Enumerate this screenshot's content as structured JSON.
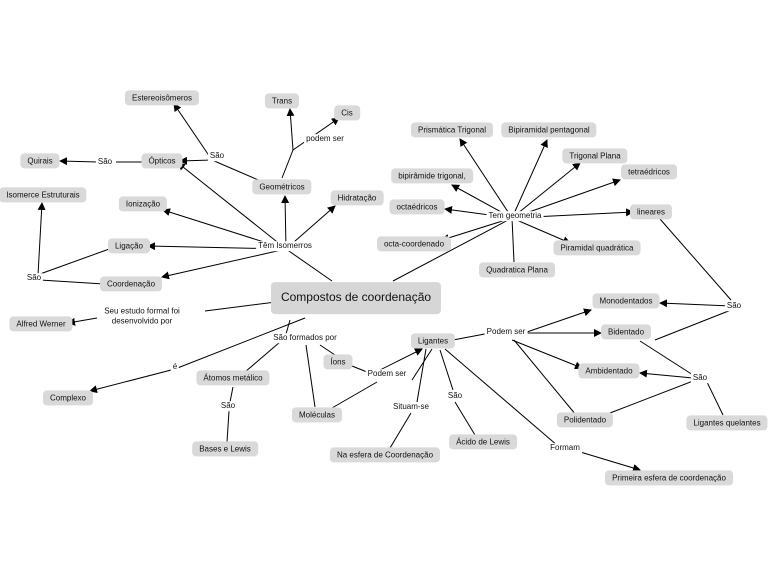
{
  "diagram": {
    "main": "Compostos de coordenação",
    "nodes": {
      "estereo": "Estereoisômeros",
      "trans": "Trans",
      "cis": "Cis",
      "opticos": "Ópticos",
      "quirais": "Quirais",
      "geometricos": "Geométricos",
      "isomeria_estrutural": "Isomerce Estruturais",
      "ionizacao": "Ionização",
      "hidratacao": "Hidratação",
      "ligacao": "Ligação",
      "coordenacao": "Coordenação",
      "alfred": "Alfred Werner",
      "complexo": "Complexo",
      "atomos": "Átomos metálico",
      "bases": "Bases e Lewis",
      "moleculas": "Moléculas",
      "ions": "Íons",
      "ligantes": "Ligantes",
      "na_esfera": "Na esfera de Coordenação",
      "acido": "Ácido de Lewis",
      "primeira": "Primeira esfera de coordenação",
      "prismatica": "Prismática Trigonal",
      "bipiramidal_pent": "Bipiramidal pentagonal",
      "trigonal_plana": "Trigonal Plana",
      "tetraedricos": "tetraédricos",
      "bipiramide_trig": "bipirâmide trigonal,",
      "octaedricos": "octaédricos",
      "lineares": "lineares",
      "octa_coord": "octa-coordenado",
      "piramidal_quad": "Piramidal quadrática",
      "quadratica_plana": "Quadratica Plana",
      "monodentados": "Monodentados",
      "bidentado": "Bidentado",
      "ambidentado": "Ambidentado",
      "polidentado": "Polidentado",
      "quelantes": "Ligantes quelantes"
    },
    "labels": {
      "podem_ser_1": "podem ser",
      "sao_opt": "São",
      "sao_quirais": "São",
      "tem_isomeros": "Têm Isomerros",
      "sao_left": "São",
      "seu_estudo": "Seu estudo formal foi\ndesenvolvido por",
      "e": "é",
      "sao_formados": "São formados por",
      "sao_atomos": "São",
      "podem_ser_2": "Podem ser",
      "situam_se": "Situam-se",
      "sao_lig": "São",
      "formam": "Formam",
      "tem_geometria": "Tem geometria",
      "podem_ser_3": "Podem  ser",
      "sao_right": "São",
      "sao_right2": "São"
    }
  }
}
